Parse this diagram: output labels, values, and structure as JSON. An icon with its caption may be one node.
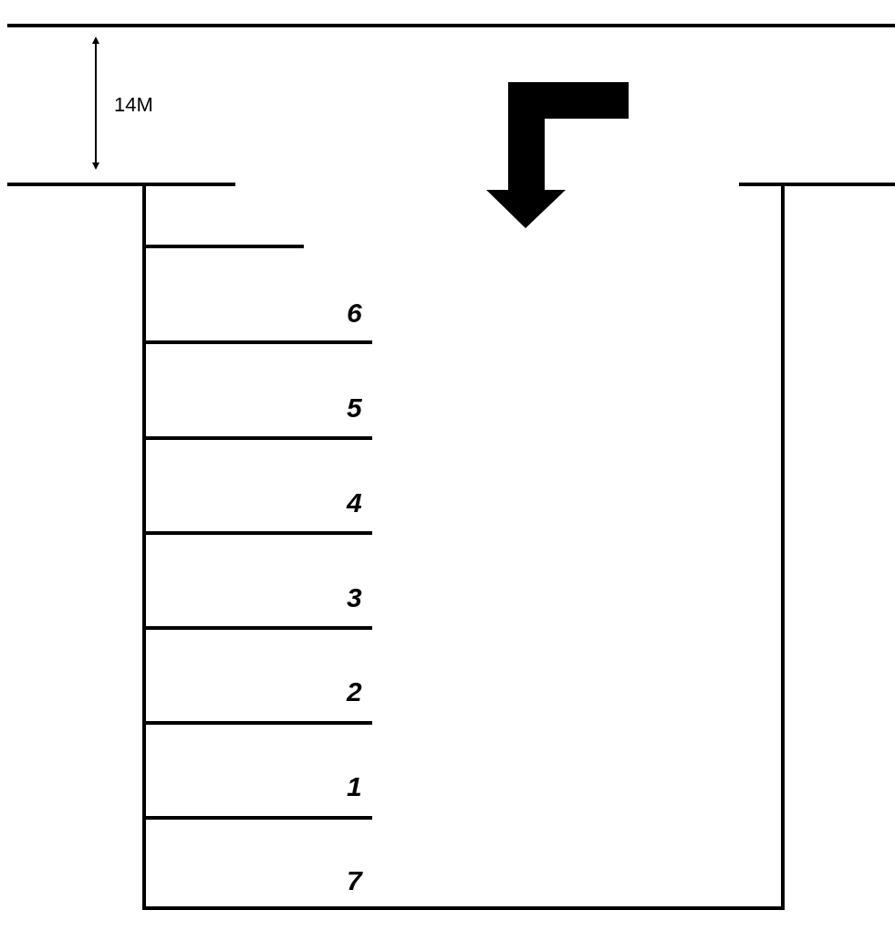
{
  "diagram": {
    "labels": [
      "14M",
      "6",
      "5",
      "4",
      "3",
      "2",
      "1",
      "7"
    ]
  }
}
